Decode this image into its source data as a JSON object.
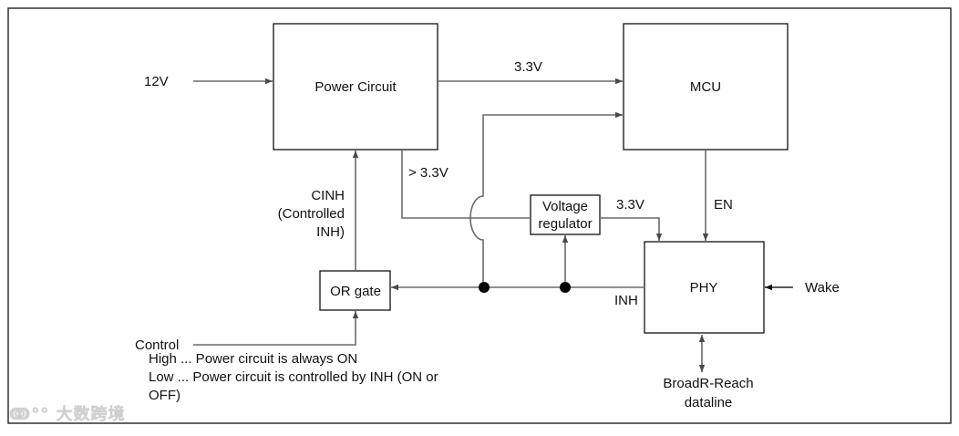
{
  "diagram": {
    "blocks": {
      "power_circuit": "Power Circuit",
      "mcu": "MCU",
      "voltage_regulator": [
        "Voltage",
        "regulator"
      ],
      "phy": "PHY",
      "or_gate": "OR gate"
    },
    "signals": {
      "input_12v": "12V",
      "power_to_mcu": "3.3V",
      "power_high": "> 3.3V",
      "regulator_out": "3.3V",
      "enable": "EN",
      "inhibit": "INH",
      "wake": "Wake",
      "cinh": [
        "CINH",
        "(Controlled",
        "INH)"
      ],
      "dataline": [
        "BroadR-Reach",
        "dataline"
      ],
      "control": "Control"
    },
    "notes": [
      "High ... Power circuit is always ON",
      "Low ... Power circuit is controlled by INH (ON or",
      "OFF)"
    ],
    "colors": {
      "wire": "#6b6b6b",
      "box_border": "#111111",
      "junction": "#000000"
    }
  },
  "watermark": "大数跨境"
}
